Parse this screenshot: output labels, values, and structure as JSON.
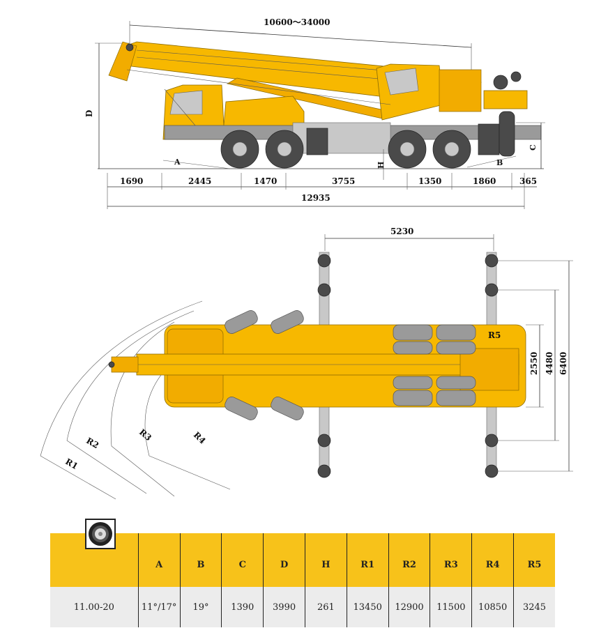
{
  "side_view": {
    "boom_length_range": "10600～34000",
    "label_D": "D",
    "label_C": "C",
    "label_A": "A",
    "label_B": "B",
    "label_H": "H",
    "segments": [
      "1690",
      "2445",
      "1470",
      "3755",
      "1350",
      "1860",
      "365"
    ],
    "total_length": "12935"
  },
  "top_view": {
    "outrigger_span_longitudinal": "5230",
    "width": "2550",
    "outrigger_mid_width": "4480",
    "outrigger_full_width": "6400",
    "radii": [
      "R1",
      "R2",
      "R3",
      "R4",
      "R5"
    ]
  },
  "table": {
    "headers": [
      "A",
      "B",
      "C",
      "D",
      "H",
      "R1",
      "R2",
      "R3",
      "R4",
      "R5"
    ],
    "tire": "11.00-20",
    "values": [
      "11°/17°",
      "19°",
      "1390",
      "3990",
      "261",
      "13450",
      "12900",
      "11500",
      "10850",
      "3245"
    ]
  }
}
